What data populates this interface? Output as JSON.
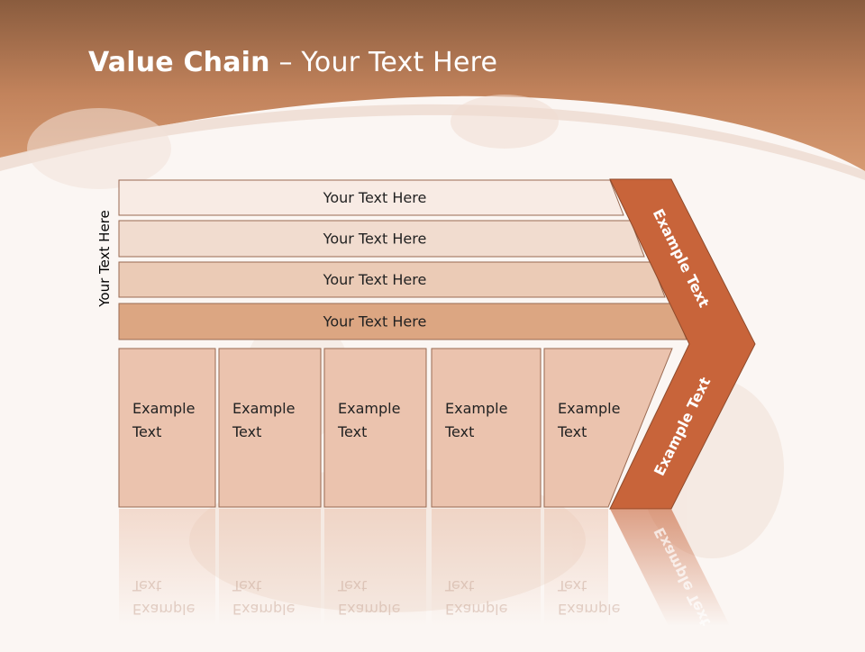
{
  "slide": {
    "title_bold": "Value Chain",
    "title_rest": " – Your Text Here",
    "side_label": "Your Text Here",
    "rows": [
      {
        "label": "Your Text Here",
        "fill": "#f8ebe4"
      },
      {
        "label": "Your Text Here",
        "fill": "#f1dccf"
      },
      {
        "label": "Your Text Here",
        "fill": "#ebcbb6"
      },
      {
        "label": "Your Text Here",
        "fill": "#dca682"
      }
    ],
    "columns": [
      {
        "line1": "Example",
        "line2": "Text"
      },
      {
        "line1": "Example",
        "line2": "Text"
      },
      {
        "line1": "Example",
        "line2": "Text"
      },
      {
        "line1": "Example",
        "line2": "Text"
      },
      {
        "line1": "Example",
        "line2": "Text"
      }
    ],
    "arrow_top_label": "Example Text",
    "arrow_bottom_label": "Example Text",
    "colors": {
      "header_top": "#8a5c3e",
      "header_mid": "#c2835c",
      "header_bottom": "#d4976f",
      "column_fill": "#ebc3ae",
      "arrow_fill": "#c8643a",
      "border": "#9a6a52"
    }
  }
}
